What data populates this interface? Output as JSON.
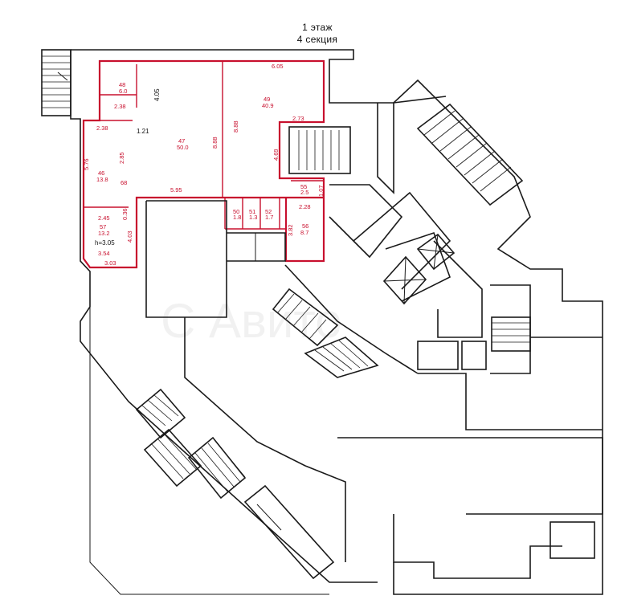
{
  "header": {
    "floor": "1 этаж",
    "section": "4 секция"
  },
  "rooms": [
    {
      "id": "room-48",
      "number": "48",
      "area": "6.0"
    },
    {
      "id": "room-47",
      "number": "47",
      "area": "50.0"
    },
    {
      "id": "room-49",
      "number": "49",
      "area": "40.9"
    },
    {
      "id": "room-46",
      "number": "46",
      "area": "13.8"
    },
    {
      "id": "room-57",
      "number": "57",
      "area": "13.2"
    },
    {
      "id": "room-50",
      "number": "50",
      "area": "1.8"
    },
    {
      "id": "room-51",
      "number": "51",
      "area": "1.3"
    },
    {
      "id": "room-52",
      "number": "52",
      "area": "1.7"
    },
    {
      "id": "room-56",
      "number": "56",
      "area": "8.7"
    },
    {
      "id": "room-55",
      "number": "55",
      "area": "2.5"
    }
  ],
  "dimensions": {
    "d_6_05": "6.05",
    "d_2_38a": "2.38",
    "d_2_38b": "2.38",
    "d_4_05": "4.05",
    "d_1_21": "1.21",
    "d_8_88a": "8.88",
    "d_8_88b": "8.88",
    "d_2_73": "2.73",
    "d_4_69": "4.69",
    "d_5_76": "5.76",
    "d_2_85": "2.85",
    "d_68": "68",
    "d_5_95": "5.95",
    "d_1_07": "1.07",
    "d_2_28": "2.28",
    "d_2_45": "2.45",
    "d_0_36": "0.36",
    "d_4_03": "4.03",
    "d_3_82": "3.82",
    "d_3_54": "3.54",
    "d_3_03": "3.03"
  },
  "ceiling_height": "h=3.05",
  "colors": {
    "highlight": "#c8102e",
    "walls": "#1a1a1a",
    "background": "#ffffff"
  }
}
